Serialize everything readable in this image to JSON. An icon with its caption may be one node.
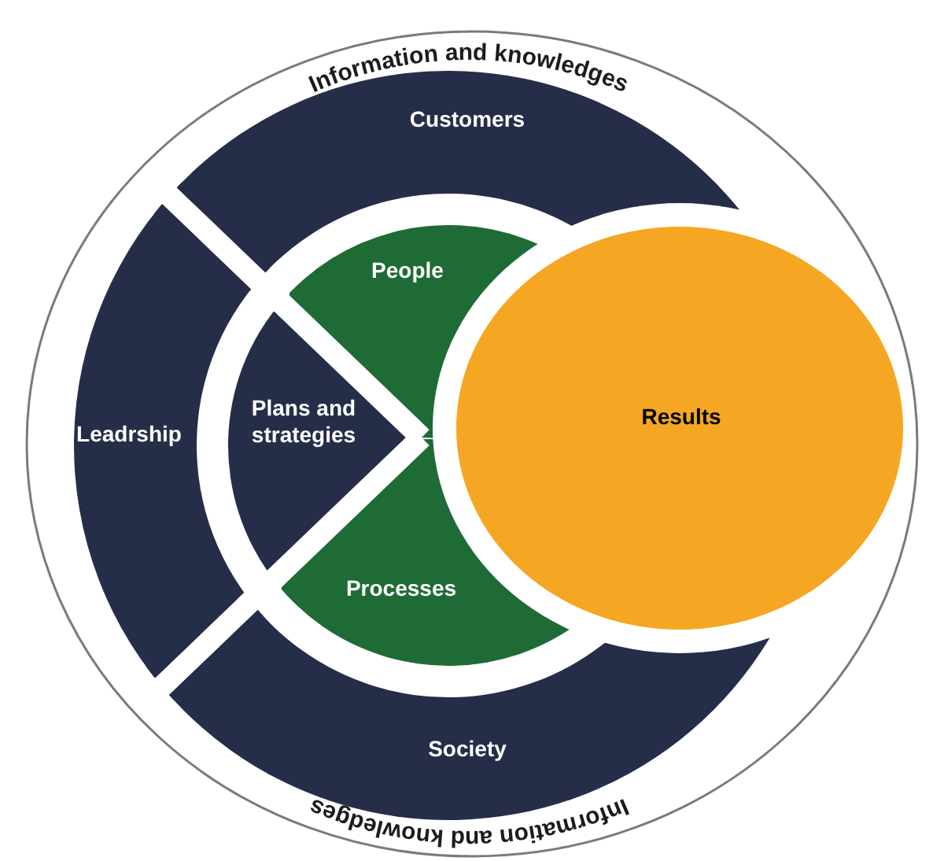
{
  "diagram": {
    "nodes": [
      {
        "text": [
          "Information and knowledges",
          "Information and knowledges"
        ]
      },
      {
        "text": [
          "Customers"
        ],
        "in": 0
      },
      {
        "text": [
          "Leadrship"
        ],
        "in": 0
      },
      {
        "text": [
          "People"
        ],
        "in": 0
      },
      {
        "text": [
          "Plans and strategies"
        ],
        "in": 0
      },
      {
        "text": [
          "Processes"
        ],
        "in": 0
      },
      {
        "text": [
          "Results"
        ],
        "in": 0
      },
      {
        "text": [
          "Society"
        ],
        "in": 0
      }
    ]
  }
}
